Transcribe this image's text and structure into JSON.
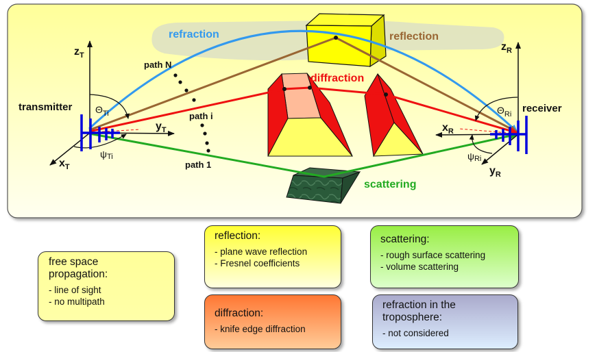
{
  "diagram": {
    "mechanisms": {
      "refraction": "refraction",
      "reflection": "reflection",
      "diffraction": "diffraction",
      "scattering": "scattering"
    },
    "transmitter": {
      "label": "transmitter",
      "z_axis": {
        "base": "z",
        "sub": "T"
      },
      "y_axis": {
        "base": "y",
        "sub": "T"
      },
      "x_axis": {
        "base": "x",
        "sub": "T"
      },
      "theta": {
        "base": "Θ",
        "sub": "Ti"
      },
      "psi": {
        "base": "ψ",
        "sub": "Ti"
      }
    },
    "receiver": {
      "label": "receiver",
      "z_axis": {
        "base": "z",
        "sub": "R"
      },
      "x_axis": {
        "base": "x",
        "sub": "R"
      },
      "y_axis": {
        "base": "y",
        "sub": "R"
      },
      "theta": {
        "base": "Θ",
        "sub": "Ri"
      },
      "psi": {
        "base": "ψ",
        "sub": "Ri"
      }
    },
    "paths": {
      "path_n": "path N",
      "path_i": "path i",
      "path_1": "path 1"
    },
    "colors": {
      "refraction": "#3399ee",
      "reflection": "#996633",
      "diffraction": "#ee1111",
      "scattering": "#22aa22",
      "antenna": "#0000dd",
      "panel_top": "#ffff99",
      "panel_bottom": "#fffff0"
    }
  },
  "legend": {
    "free_space": {
      "title": "free space propagation:",
      "items": [
        "- line of sight",
        "- no multipath"
      ]
    },
    "reflection": {
      "title": "reflection:",
      "items": [
        "- plane wave reflection",
        "- Fresnel coefficients"
      ]
    },
    "diffraction": {
      "title": "diffraction:",
      "items": [
        "- knife edge diffraction"
      ]
    },
    "scattering": {
      "title": "scattering:",
      "items": [
        "- rough surface scattering",
        "- volume scattering"
      ]
    },
    "troposphere": {
      "title": "refraction in the troposphere:",
      "items": [
        "- not considered"
      ]
    }
  }
}
